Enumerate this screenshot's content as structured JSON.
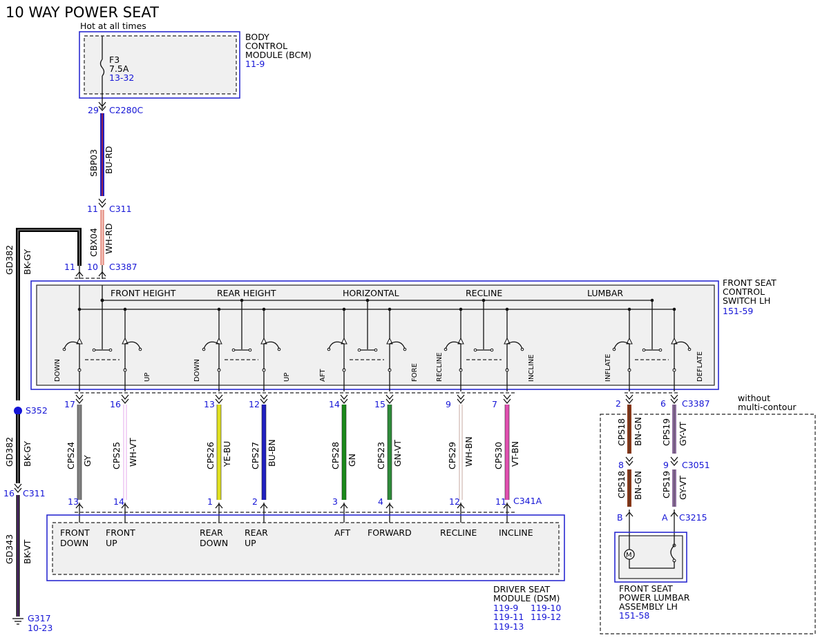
{
  "title": "10 WAY POWER SEAT",
  "hot": "Hot at all times",
  "bcm": {
    "lines": [
      "BODY",
      "CONTROL",
      "MODULE (BCM)"
    ],
    "ref": "11-9",
    "fuse": "F3",
    "amps": "7.5A",
    "fuse_ref": "13-32"
  },
  "connectors": {
    "c2280c": {
      "pin": "29",
      "name": "C2280C"
    },
    "c311a": {
      "pin": "11",
      "name": "C311"
    },
    "c3387top": {
      "pins": [
        "11",
        "10"
      ],
      "name": "C3387"
    },
    "s352": "S352",
    "c311b": {
      "pin": "16",
      "name": "C311"
    },
    "g317": {
      "name": "G317",
      "ref": "10-23"
    },
    "c341a": "C341A",
    "c3387r": "C3387",
    "c3051": "C3051",
    "c3215": "C3215"
  },
  "top_wires": [
    {
      "circuit": "SBP03",
      "color": "BU-RD"
    },
    {
      "circuit": "CBX04",
      "color": "WH-RD"
    }
  ],
  "ground_wires": [
    {
      "circuit": "GD382",
      "color": "BK-GY"
    },
    {
      "circuit": "GD382",
      "color": "BK-GY"
    },
    {
      "circuit": "GD343",
      "color": "BK-VT"
    }
  ],
  "switch": {
    "lines": [
      "FRONT SEAT",
      "CONTROL",
      "SWITCH LH"
    ],
    "ref": "151-59",
    "groups": [
      "FRONT HEIGHT",
      "REAR HEIGHT",
      "HORIZONTAL",
      "RECLINE",
      "LUMBAR"
    ],
    "positions": [
      "DOWN",
      "UP",
      "DOWN",
      "UP",
      "AFT",
      "FORE",
      "RECLINE",
      "INCLINE",
      "INFLATE",
      "DEFLATE"
    ]
  },
  "wires": [
    {
      "top_pin": "17",
      "circuit": "CPS24",
      "color": "GY",
      "bot_pin": "13",
      "dsm": [
        "FRONT",
        "DOWN"
      ]
    },
    {
      "top_pin": "16",
      "circuit": "CPS25",
      "color": "WH-VT",
      "bot_pin": "14",
      "dsm": [
        "FRONT",
        "UP"
      ]
    },
    {
      "top_pin": "13",
      "circuit": "CPS26",
      "color": "YE-BU",
      "bot_pin": "1",
      "dsm": [
        "REAR",
        "DOWN"
      ]
    },
    {
      "top_pin": "12",
      "circuit": "CPS27",
      "color": "BU-BN",
      "bot_pin": "2",
      "dsm": [
        "REAR",
        "UP"
      ]
    },
    {
      "top_pin": "14",
      "circuit": "CPS28",
      "color": "GN",
      "bot_pin": "3",
      "dsm": [
        "AFT",
        ""
      ]
    },
    {
      "top_pin": "15",
      "circuit": "CPS23",
      "color": "GN-VT",
      "bot_pin": "4",
      "dsm": [
        "FORWARD",
        ""
      ]
    },
    {
      "top_pin": "9",
      "circuit": "CPS29",
      "color": "WH-BN",
      "bot_pin": "12",
      "dsm": [
        "RECLINE",
        ""
      ]
    },
    {
      "top_pin": "7",
      "circuit": "CPS30",
      "color": "VT-BN",
      "bot_pin": "11",
      "dsm": [
        "INCLINE",
        ""
      ]
    }
  ],
  "lumbar_wires": [
    {
      "circuit": "CPS18",
      "color": "BN-GN",
      "pins": [
        "2",
        "8",
        "B"
      ]
    },
    {
      "circuit": "CPS19",
      "color": "GY-VT",
      "pins": [
        "6",
        "9",
        "A"
      ]
    }
  ],
  "without": [
    "without",
    "multi-contour"
  ],
  "dsm": {
    "lines": [
      "DRIVER SEAT",
      "MODULE (DSM)"
    ],
    "refs": [
      "119-9",
      "119-10",
      "119-11",
      "119-12",
      "119-13"
    ]
  },
  "lumbar_assy": {
    "lines": [
      "FRONT SEAT",
      "POWER LUMBAR",
      "ASSEMBLY LH"
    ],
    "ref": "151-58",
    "motor": "M"
  },
  "colors": {
    "ref_blue": "#1515d6",
    "module_border": "#2a2ad0",
    "BU-RD": "#2020c0",
    "GY": "#808080",
    "YE-BU": "#e0e020",
    "BU-BN": "#2020c0",
    "GN": "#1a8a1a",
    "GN-VT": "#2e8b3a",
    "WH-VT": "#e8b8f0",
    "WH-BN": "#d0b8b0",
    "VT-BN": "#e050b0",
    "BN-GN": "#8b3a1a",
    "GY-VT": "#9070a0"
  }
}
